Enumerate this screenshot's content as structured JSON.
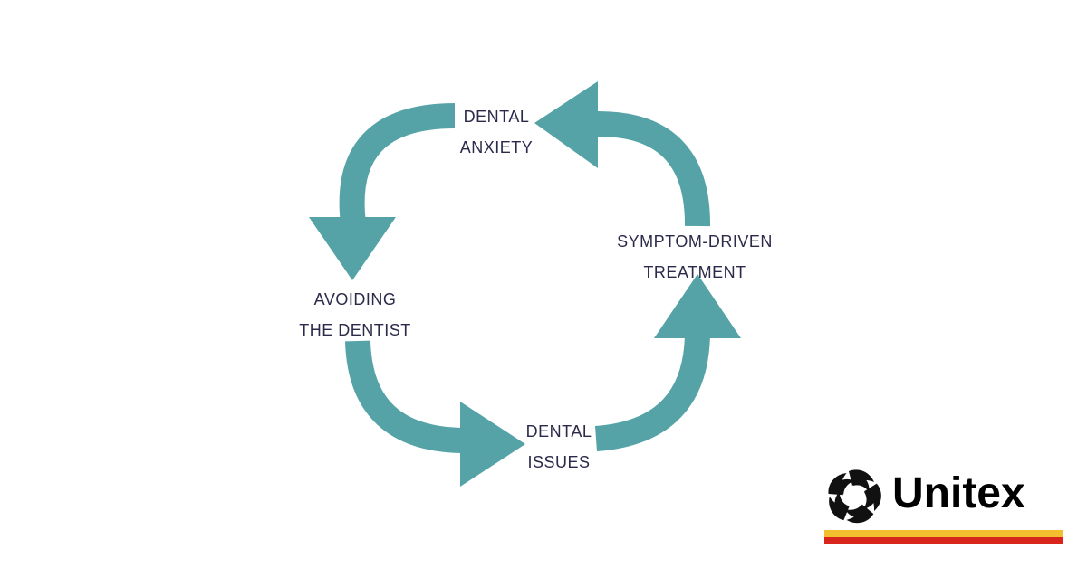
{
  "diagram": {
    "nodes": [
      {
        "id": "anxiety",
        "lines": [
          "DENTAL",
          "ANXIETY"
        ]
      },
      {
        "id": "symptom",
        "lines": [
          "SYMPTOM-DRIVEN",
          "TREATMENT"
        ]
      },
      {
        "id": "avoiding",
        "lines": [
          "AVOIDING",
          "THE DENTIST"
        ]
      },
      {
        "id": "issues",
        "lines": [
          "DENTAL",
          "ISSUES"
        ]
      }
    ],
    "cycle_order": [
      "anxiety",
      "avoiding",
      "issues",
      "symptom"
    ],
    "arrow_color": "#55a3a6",
    "label_color": "#2b2a4a"
  },
  "logo": {
    "name": "Unitex",
    "stripe_colors": [
      "#f2c02e",
      "#d9261c"
    ],
    "mark_icon": "unitex-star-icon"
  }
}
